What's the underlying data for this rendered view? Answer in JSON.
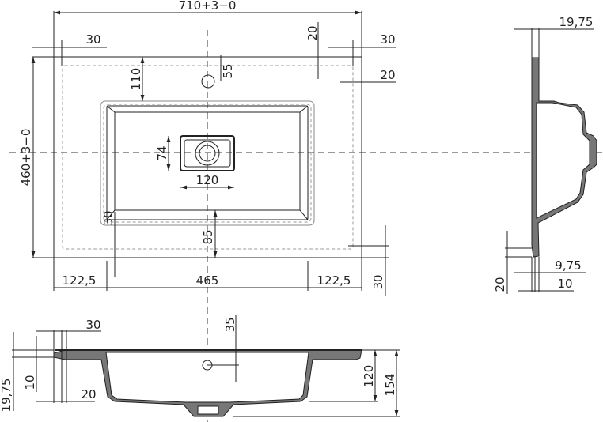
{
  "top_view": {
    "width_total": "710+3−0",
    "height_total": "460+3−0",
    "rim_left": "30",
    "rim_right": "30",
    "rim_top": "20",
    "inner_offset": "20",
    "tap_hole_offset": "55",
    "basin_top_offset": "110",
    "drain_height": "74",
    "drain_width": "120",
    "basin_bottom_offset": "30",
    "drain_to_front": "85",
    "side_left": "122,5",
    "basin_width": "465",
    "side_right": "122,5",
    "front_rim": "30"
  },
  "side_view": {
    "rim_thickness": "19,75",
    "lip_offset": "9,75",
    "lip_width": "10",
    "lip_height": "20"
  },
  "front_view": {
    "rim_width": "30",
    "overflow_depth": "35",
    "rim_height": "19,75",
    "lip_thickness": "10",
    "inner_rim": "20",
    "basin_depth": "120",
    "total_depth": "154"
  }
}
